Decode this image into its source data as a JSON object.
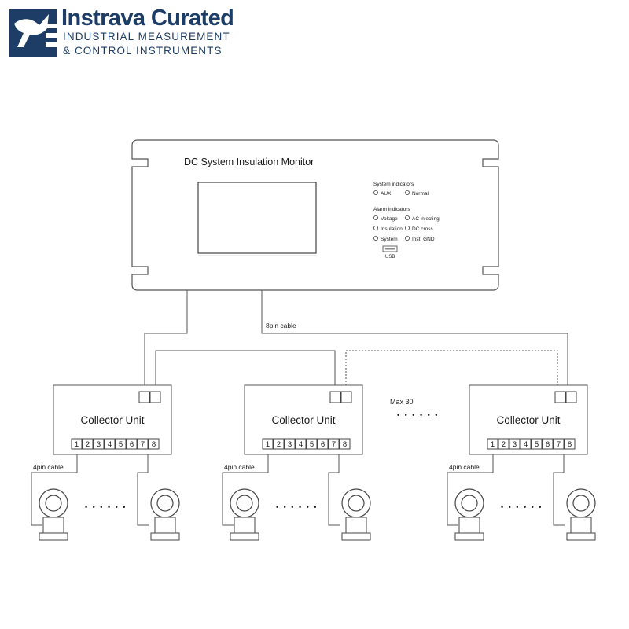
{
  "brand": {
    "name": "Instrava Curated",
    "line1": "INDUSTRIAL MEASUREMENT",
    "line2": "& CONTROL INSTRUMENTS"
  },
  "monitor": {
    "title": "DC System Insulation Monitor",
    "system_indicators_label": "System indicators",
    "system_indicators": [
      "AUX",
      "Normal"
    ],
    "alarm_indicators_label": "Alarm indicators",
    "alarm_indicators": [
      "Voltage",
      "AC injecting",
      "Insulation",
      "DC cross",
      "System",
      "Inst. GND"
    ],
    "usb_label": "USB"
  },
  "cable_8pin": "8pin cable",
  "cable_4pin": "4pin cable",
  "collector_label": "Collector Unit",
  "terminals": [
    "1",
    "2",
    "3",
    "4",
    "5",
    "6",
    "7",
    "8"
  ],
  "max_label": "Max  30",
  "ellipsis": "• • • • • •",
  "colors": {
    "brand": "#1d3d66",
    "line": "#555555"
  }
}
